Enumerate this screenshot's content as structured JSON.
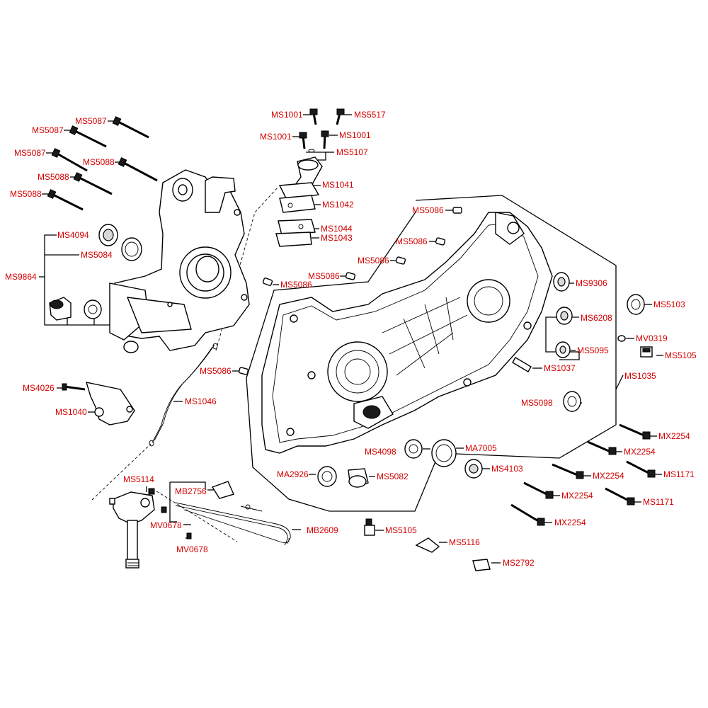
{
  "colors": {
    "label": "#d40000",
    "line": "#000000",
    "background": "#ffffff"
  },
  "labels": {
    "ms5087_a": "MS5087",
    "ms5087_b": "MS5087",
    "ms5087_c": "MS5087",
    "ms5088_a": "MS5088",
    "ms5088_b": "MS5088",
    "ms5088_c": "MS5088",
    "ms4094": "MS4094",
    "ms5084": "MS5084",
    "ms9864": "MS9864",
    "ms1001_a": "MS1001",
    "ms5517": "MS5517",
    "ms1001_b": "MS1001",
    "ms1001_c": "MS1001",
    "ms5107": "MS5107",
    "ms1041": "MS1041",
    "ms1042": "MS1042",
    "ms1044": "MS1044",
    "ms1043": "MS1043",
    "ms5086_a": "MS5086",
    "ms5086_b": "MS5086",
    "ms5086_c": "MS5086",
    "ms5086_d": "MS5086",
    "ms5086_e": "MS5086",
    "ms5086_f": "MS5086",
    "ms9306": "MS9306",
    "ms5103": "MS5103",
    "ms6208": "MS6208",
    "mv0319": "MV0319",
    "ms5095": "MS5095",
    "ms5105_a": "MS5105",
    "ms1037": "MS1037",
    "ms1035": "MS1035",
    "ms4026": "MS4026",
    "ms1040": "MS1040",
    "ms1046": "MS1046",
    "ms5098": "MS5098",
    "mx2254_a": "MX2254",
    "mx2254_b": "MX2254",
    "mx2254_c": "MX2254",
    "mx2254_d": "MX2254",
    "mx2254_e": "MX2254",
    "ms1171_a": "MS1171",
    "ms1171_b": "MS1171",
    "ms4098": "MS4098",
    "ma7005": "MA7005",
    "ms4103": "MS4103",
    "ma2926": "MA2926",
    "ms5082": "MS5082",
    "ms5114": "MS5114",
    "mb2756": "MB2756",
    "mv0678_a": "MV0678",
    "mv0678_b": "MV0678",
    "mb2609": "MB2609",
    "ms5105_b": "MS5105",
    "ms5116": "MS5116",
    "ms2792": "MS2792"
  }
}
